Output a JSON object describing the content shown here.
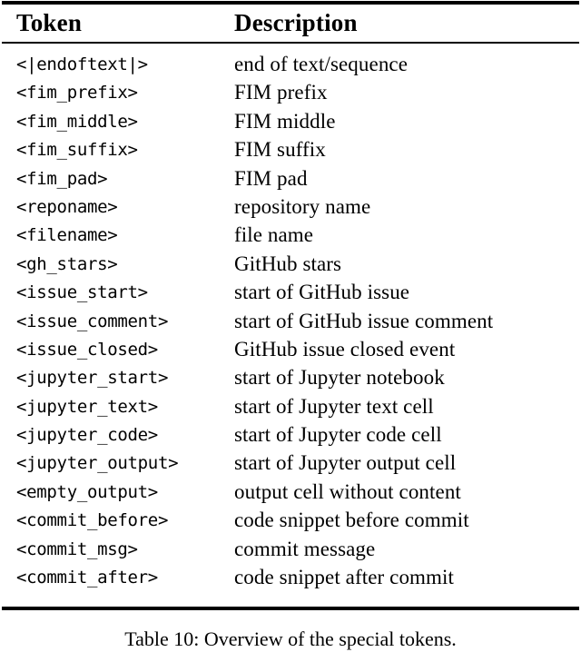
{
  "table": {
    "headers": {
      "token": "Token",
      "description": "Description"
    },
    "rows": [
      {
        "token": "<|endoftext|>",
        "description": "end of text/sequence"
      },
      {
        "token": "<fim_prefix>",
        "description": "FIM prefix"
      },
      {
        "token": "<fim_middle>",
        "description": "FIM middle"
      },
      {
        "token": "<fim_suffix>",
        "description": "FIM suffix"
      },
      {
        "token": "<fim_pad>",
        "description": "FIM pad"
      },
      {
        "token": "<reponame>",
        "description": "repository name"
      },
      {
        "token": "<filename>",
        "description": "file name"
      },
      {
        "token": "<gh_stars>",
        "description": "GitHub stars"
      },
      {
        "token": "<issue_start>",
        "description": "start of GitHub issue"
      },
      {
        "token": "<issue_comment>",
        "description": "start of GitHub issue comment"
      },
      {
        "token": "<issue_closed>",
        "description": "GitHub issue closed event"
      },
      {
        "token": "<jupyter_start>",
        "description": "start of Jupyter notebook"
      },
      {
        "token": "<jupyter_text>",
        "description": "start of Jupyter text cell"
      },
      {
        "token": "<jupyter_code>",
        "description": "start of Jupyter code cell"
      },
      {
        "token": "<jupyter_output>",
        "description": "start of Jupyter output cell"
      },
      {
        "token": "<empty_output>",
        "description": "output cell without content"
      },
      {
        "token": "<commit_before>",
        "description": "code snippet before commit"
      },
      {
        "token": "<commit_msg>",
        "description": "commit message"
      },
      {
        "token": "<commit_after>",
        "description": "code snippet after commit"
      }
    ]
  },
  "caption": {
    "text": "Table 10: Overview of the special tokens."
  },
  "colors": {
    "text": "#000000",
    "background": "#ffffff",
    "rule": "#000000"
  }
}
